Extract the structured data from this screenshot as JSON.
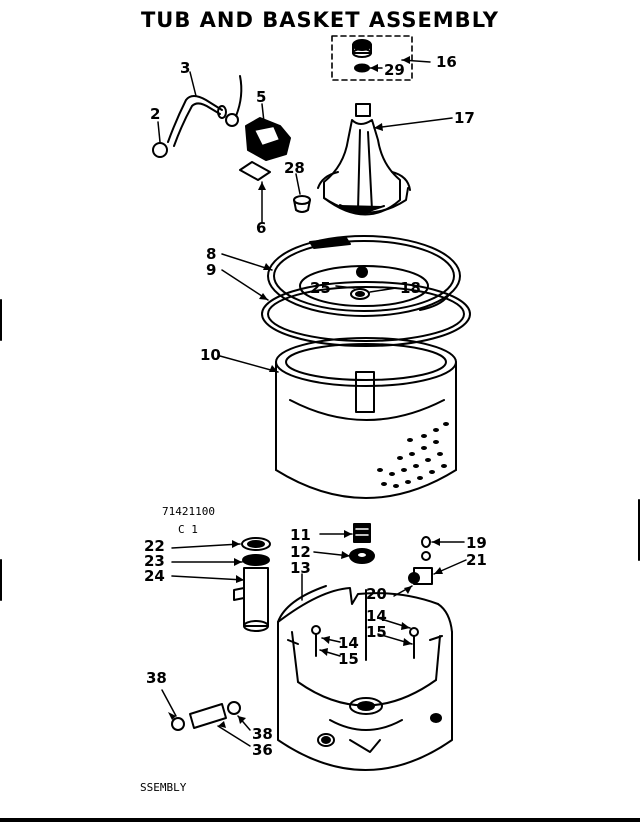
{
  "title": "TUB AND BASKET ASSEMBLY",
  "part_number": "71421100",
  "revision": "C 1",
  "footer": "SSEMBLY",
  "callouts": [
    "2",
    "3",
    "5",
    "6",
    "28",
    "16",
    "29",
    "17",
    "8",
    "9",
    "25",
    "18",
    "10",
    "11",
    "12",
    "13",
    "19",
    "21",
    "20",
    "14",
    "15",
    "14",
    "15",
    "22",
    "23",
    "24",
    "38",
    "38",
    "36"
  ]
}
